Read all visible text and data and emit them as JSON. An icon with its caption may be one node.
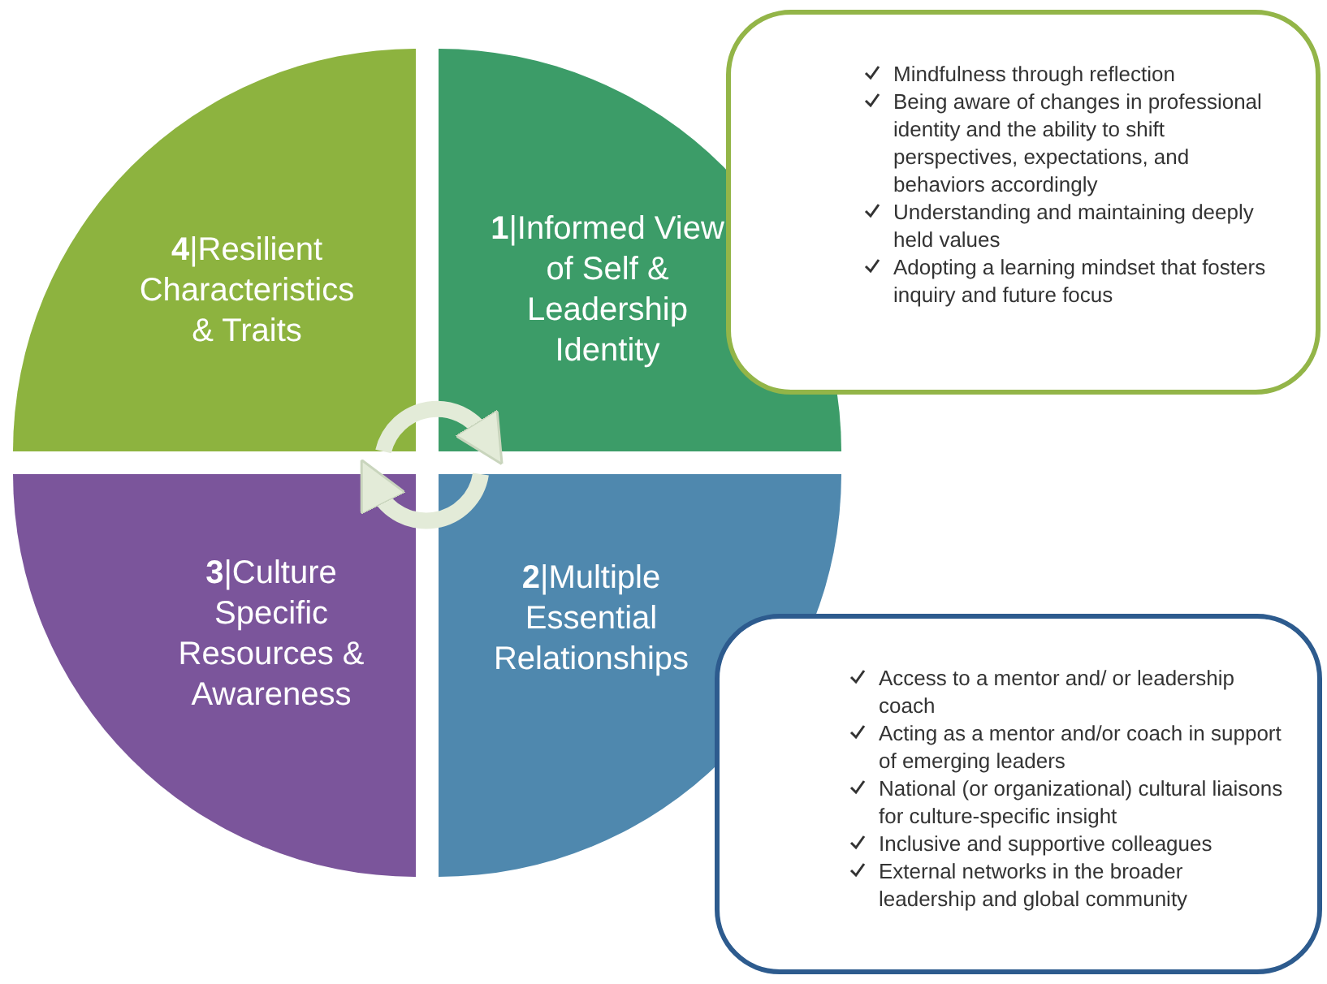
{
  "diagram": {
    "nodes": [
      {
        "text": [
          "**4**|Resilient Characteristics & Traits"
        ]
      },
      {
        "text": [
          "**1**|Informed View of Self & Leadership Identity"
        ]
      },
      {
        "text": [
          "Mindfulness through reflection",
          "Being aware of changes in professional identity and the ability to shift perspectives, expectations, and behaviors accordingly",
          "Understanding and maintaining deeply held values",
          "Adopting a learning mindset that fosters inquiry and future focus"
        ]
      },
      {
        "text": [
          "**3**|Culture Specific Resources & Awareness"
        ]
      },
      {
        "text": [
          "**2**|Multiple Essential Relationships"
        ]
      },
      {
        "text": [
          "Access to a mentor and/ or leadership coach",
          "Acting as a mentor and/or coach in support of emerging leaders",
          "National (or organizational) cultural liaisons for culture-specific insight",
          "Inclusive and supportive colleagues",
          "External networks in the broader leadership and global community"
        ]
      }
    ],
    "edges": [
      {
        "from": 0,
        "to": 1,
        "arrow": "to"
      },
      {
        "from": 4,
        "to": 3,
        "arrow": "to"
      }
    ]
  }
}
